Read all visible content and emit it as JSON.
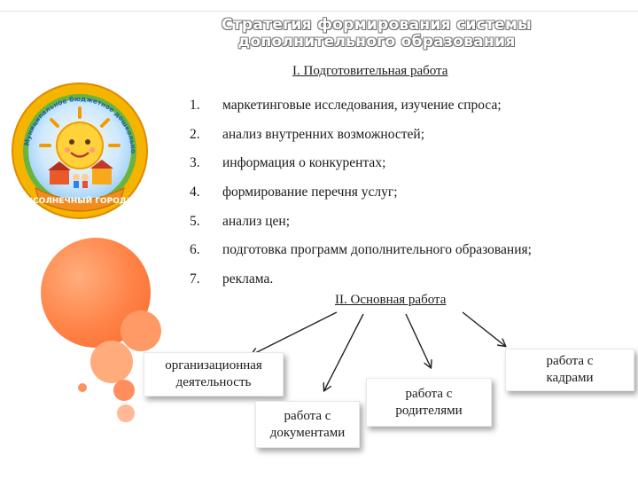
{
  "title": {
    "line1": "Стратегия формирования системы",
    "line2": "дополнительного образования"
  },
  "logo": {
    "arc_text": "Муниципальное бюджетное дошкольное образовательное учреждение",
    "name_text": "\"СОЛНЕЧНЫЙ ГОРОД\""
  },
  "section1": "I. Подготовительная работа",
  "items": [
    {
      "num": "1.",
      "text": "маркетинговые исследования, изучение спроса;"
    },
    {
      "num": "2.",
      "text": "анализ внутренних возможностей;"
    },
    {
      "num": "3.",
      "text": "информация о конкурентах;"
    },
    {
      "num": "4.",
      "text": "формирование перечня услуг;"
    },
    {
      "num": "5.",
      "text": "анализ цен;"
    },
    {
      "num": "6.",
      "text": "подготовка программ дополнительного образования;"
    },
    {
      "num": "7.",
      "text": "реклама."
    }
  ],
  "section2": "II. Основная работа",
  "boxes": {
    "org": {
      "line1": "организационная",
      "line2": "деятельность"
    },
    "docs": {
      "line1": "работа с",
      "line2": "документами"
    },
    "parents": {
      "line1": "работа с",
      "line2": "родителями"
    },
    "staff": {
      "line1": "работа с",
      "line2": "кадрами"
    }
  },
  "colors": {
    "accent": "#ff8146",
    "text": "#1a1a1a"
  }
}
